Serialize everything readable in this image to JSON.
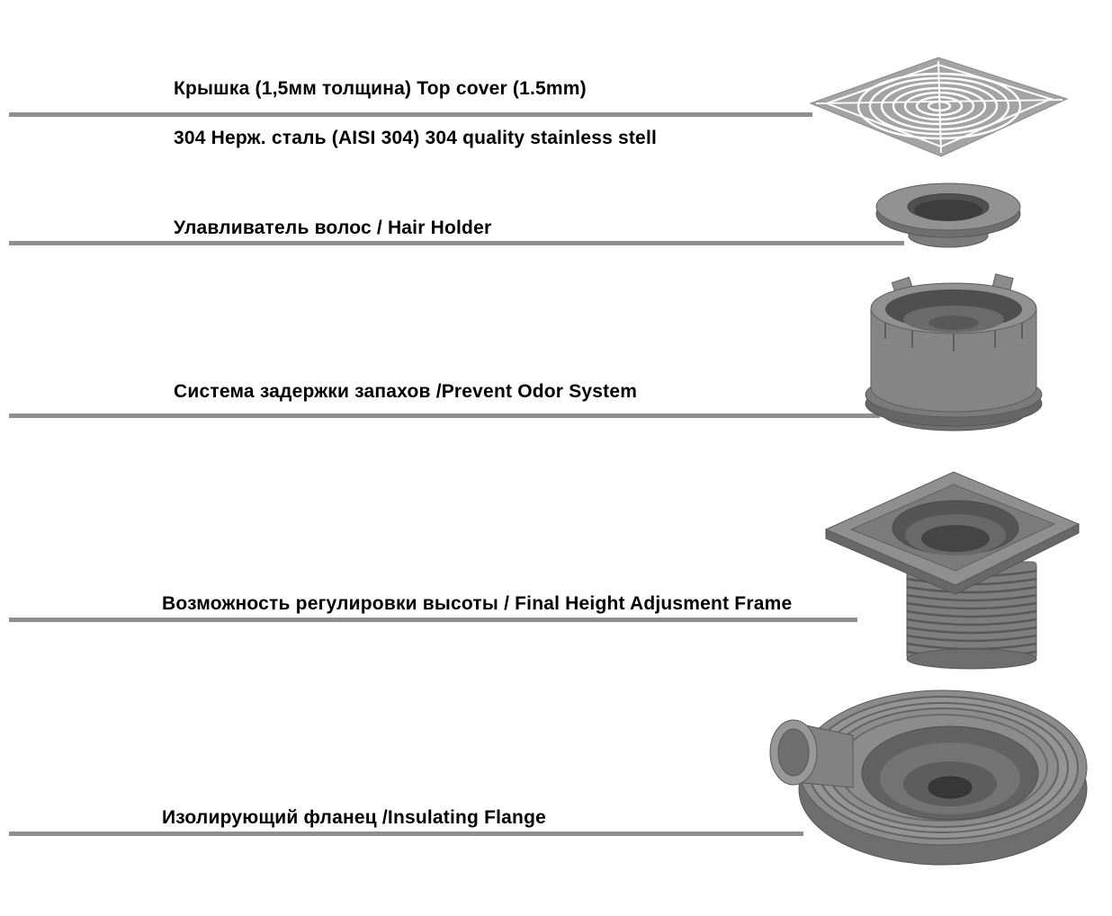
{
  "diagram": {
    "type": "exploded-parts-diagram",
    "subject": "floor drain assembly"
  },
  "colors": {
    "background": "#ffffff",
    "leader_line": "#8f8f8f",
    "text": "#000000",
    "part_gray": "#8c8c8c",
    "part_dark": "#555555",
    "part_light": "#a4a4a4"
  },
  "parts": [
    {
      "label": "Крышка (1,5мм толщина) Top cover (1.5mm)",
      "sublabel": "304 Нерж. сталь (AISI 304) 304 quality stainless stell",
      "icon": "top-cover-grate-image"
    },
    {
      "label": "Улавливатель волос / Hair Holder",
      "icon": "hair-holder-image"
    },
    {
      "label": "Система задержки запахов /Prevent Odor System",
      "icon": "prevent-odor-system-image"
    },
    {
      "label": "Возможность регулировки высоты / Final Height Adjusment Frame",
      "icon": "height-adjustment-frame-image"
    },
    {
      "label": "Изолирующий фланец /Insulating Flange",
      "icon": "insulating-flange-image"
    }
  ]
}
